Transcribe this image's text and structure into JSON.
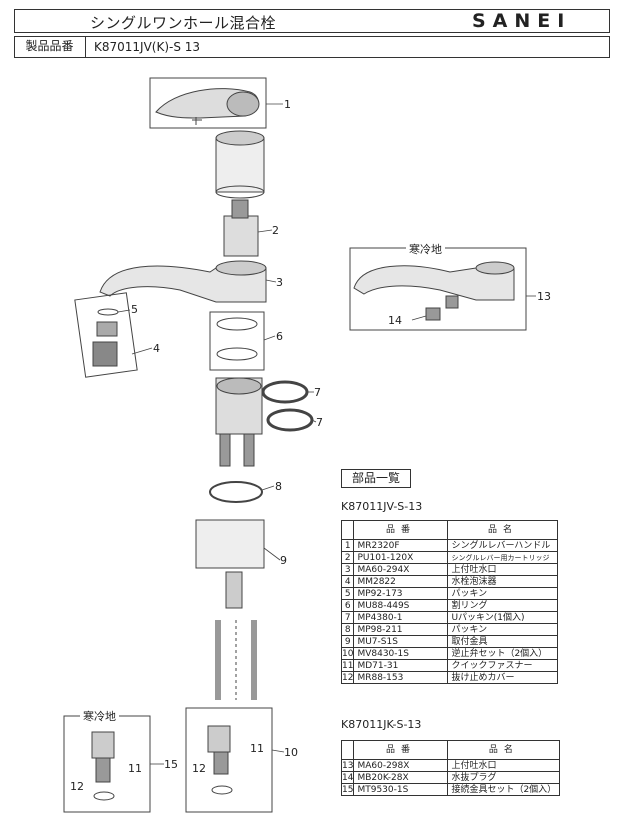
{
  "header": {
    "title": "シングルワンホール混合栓",
    "brand": "SANEI"
  },
  "product": {
    "label": "製品品番",
    "number": "K87011JV(K)-S 13"
  },
  "callouts": {
    "c1": "1",
    "c2": "2",
    "c3": "3",
    "c4": "4",
    "c5": "5",
    "c6": "6",
    "c7a": "7",
    "c7b": "7",
    "c8": "8",
    "c9": "9",
    "c10": "10",
    "c11a": "11",
    "c11b": "11",
    "c12a": "12",
    "c12b": "12",
    "c13": "13",
    "c14": "14",
    "c15": "15"
  },
  "cold_area_label_top": "寒冷地",
  "cold_area_label_bottom": "寒冷地",
  "parts_list": {
    "section_title": "部品一覧",
    "table1": {
      "model": "K87011JV-S-13",
      "headers": [
        "品番",
        "品名"
      ],
      "rows": [
        {
          "no": "1",
          "part_no": "MR2320F",
          "name": "シングルレバーハンドル"
        },
        {
          "no": "2",
          "part_no": "PU101-120X",
          "name": "シングルレバー用カートリッジ"
        },
        {
          "no": "3",
          "part_no": "MA60-294X",
          "name": "上付吐水口"
        },
        {
          "no": "4",
          "part_no": "MM2822",
          "name": "水栓泡沫器"
        },
        {
          "no": "5",
          "part_no": "MP92-173",
          "name": "パッキン"
        },
        {
          "no": "6",
          "part_no": "MU88-449S",
          "name": "割リング"
        },
        {
          "no": "7",
          "part_no": "MP4380-1",
          "name": "Uパッキン(1個入)"
        },
        {
          "no": "8",
          "part_no": "MP98-211",
          "name": "パッキン"
        },
        {
          "no": "9",
          "part_no": "MU7-S1S",
          "name": "取付金具"
        },
        {
          "no": "10",
          "part_no": "MV8430-1S",
          "name": "逆止弁セット（2個入）"
        },
        {
          "no": "11",
          "part_no": "MD71-31",
          "name": "クイックファスナー"
        },
        {
          "no": "12",
          "part_no": "MR88-153",
          "name": "抜け止めカバー"
        }
      ]
    },
    "table2": {
      "model": "K87011JK-S-13",
      "headers": [
        "品番",
        "品名"
      ],
      "rows": [
        {
          "no": "13",
          "part_no": "MA60-298X",
          "name": "上付吐水口"
        },
        {
          "no": "14",
          "part_no": "MB20K-28X",
          "name": "水抜プラグ"
        },
        {
          "no": "15",
          "part_no": "MT9530-1S",
          "name": "接続金具セット（2個入）"
        }
      ]
    }
  }
}
